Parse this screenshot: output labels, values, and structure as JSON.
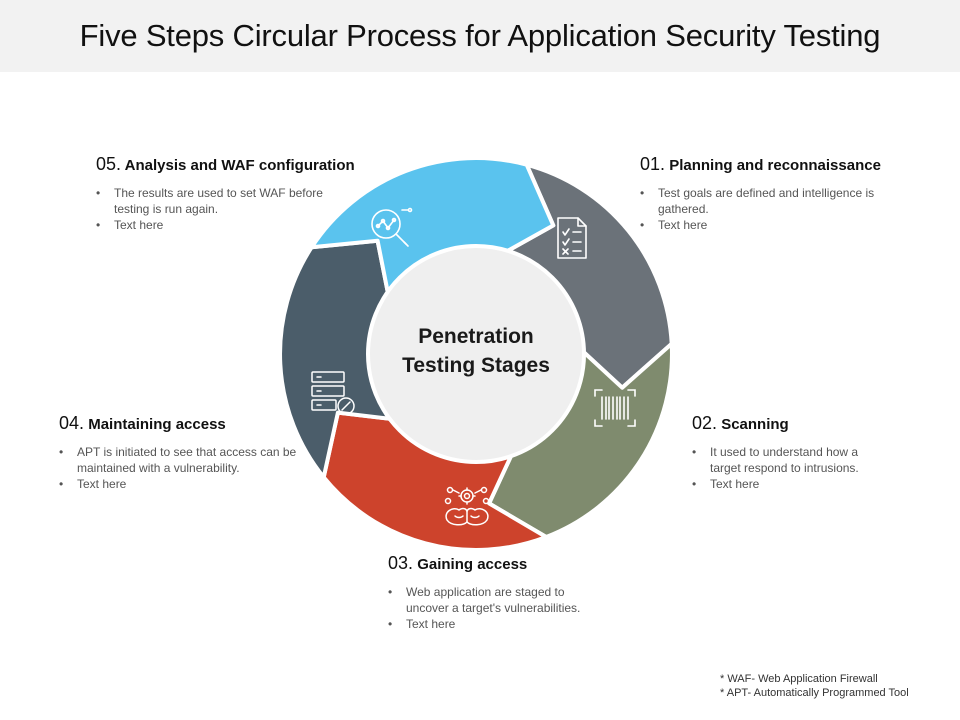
{
  "title": "Five Steps Circular Process for Application Security Testing",
  "center": {
    "line1": "Penetration",
    "line2": "Testing Stages"
  },
  "colors": {
    "planning": "#6b7279",
    "scanning": "#7f8b6e",
    "gaining": "#cd432c",
    "maintaining": "#4b5d6a",
    "analysis": "#5ac3ee",
    "center_fill": "#efefef"
  },
  "steps": [
    {
      "num": "01.",
      "title": "Planning and reconnaissance",
      "icon": "checklist-document-icon",
      "bullets": [
        "Test goals are defined and intelligence is gathered.",
        "Text here"
      ]
    },
    {
      "num": "02.",
      "title": "Scanning",
      "icon": "barcode-scan-icon",
      "bullets": [
        "It used to understand how a target respond to intrusions.",
        "Text here"
      ]
    },
    {
      "num": "03.",
      "title": "Gaining access",
      "icon": "brain-gear-icon",
      "bullets": [
        "Web application are staged to uncover  a target's vulnerabilities.",
        "Text here"
      ]
    },
    {
      "num": "04.",
      "title": "Maintaining access",
      "icon": "server-wrench-icon",
      "bullets": [
        "APT is initiated to see that access can be maintained with a vulnerability.",
        "Text here"
      ]
    },
    {
      "num": "05.",
      "title": "Analysis and WAF configuration",
      "icon": "magnifier-analytics-icon",
      "bullets": [
        "The results are used to set WAF before  testing is run again.",
        "Text here"
      ]
    }
  ],
  "footnotes": [
    "* WAF-  Web Application Firewall",
    "* APT-  Automatically Programmed Tool"
  ]
}
